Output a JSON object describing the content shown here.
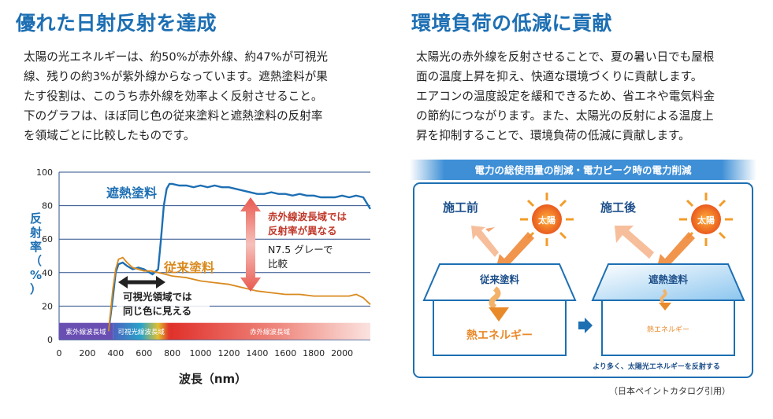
{
  "left": {
    "title": "優れた日射反射を達成",
    "lines": [
      "太陽の光エネルギーは、約50%が赤外線、約47%が可視光",
      "線、残りの約3%が紫外線からなっています。遮熱塗料が果",
      "たす役割は、このうち赤外線を効率よく反射させること。",
      "下のグラフは、ほぼ同じ色の従来塗料と遮熱塗料の反射率",
      "を領域ごとに比較したものです。"
    ]
  },
  "right": {
    "title": "環境負荷の低減に貢献",
    "lines": [
      "太陽光の赤外線を反射させることで、夏の暑い日でも屋根",
      "面の温度上昇を抑え、快適な環境づくりに貢献します。",
      "エアコンの温度設定を緩和できるため、省エネや電気料金",
      "の節約につながります。また、太陽光の反射による温度上",
      "昇を抑制することで、環境負荷の低減に貢献します。"
    ]
  },
  "chart_data": {
    "type": "line",
    "xlabel": "波長（nm）",
    "ylabel": "反射率（%）",
    "xlim": [
      0,
      2200
    ],
    "ylim": [
      0,
      100
    ],
    "x_ticks": [
      "0",
      "200",
      "400",
      "600",
      "800",
      "1000",
      "1200",
      "1400",
      "1600",
      "1800",
      "2000"
    ],
    "y_ticks": [
      "0",
      "20",
      "40",
      "60",
      "80",
      "100"
    ],
    "grid": true,
    "series": [
      {
        "name": "遮熱塗料",
        "color": "#1d6fb3",
        "x": [
          350,
          380,
          400,
          420,
          450,
          480,
          520,
          560,
          600,
          640,
          660,
          700,
          720,
          740,
          760,
          780,
          800,
          850,
          900,
          950,
          1000,
          1050,
          1100,
          1150,
          1200,
          1250,
          1300,
          1350,
          1400,
          1450,
          1500,
          1550,
          1600,
          1650,
          1700,
          1750,
          1800,
          1850,
          1900,
          1950,
          2000,
          2050,
          2100,
          2150,
          2200
        ],
        "y": [
          5,
          25,
          40,
          45,
          46,
          44,
          42,
          43,
          42,
          40,
          39,
          42,
          60,
          80,
          90,
          93,
          93,
          92,
          92,
          91,
          92,
          91,
          92,
          91,
          91,
          90,
          89,
          88,
          87,
          87,
          88,
          87,
          87,
          86,
          87,
          86,
          86,
          85,
          85,
          85,
          86,
          85,
          86,
          85,
          78
        ]
      },
      {
        "name": "従来塗料",
        "color": "#d98a1f",
        "x": [
          350,
          380,
          400,
          420,
          450,
          480,
          520,
          560,
          600,
          650,
          700,
          750,
          800,
          900,
          1000,
          1100,
          1200,
          1300,
          1400,
          1500,
          1600,
          1700,
          1800,
          1900,
          2000,
          2050,
          2100,
          2150,
          2200
        ],
        "y": [
          5,
          30,
          42,
          48,
          49,
          46,
          43,
          42,
          41,
          41,
          40,
          39,
          38,
          37,
          35,
          34,
          33,
          31,
          29,
          28,
          27,
          27,
          26,
          26,
          26,
          26,
          27,
          25,
          21
        ]
      }
    ],
    "bands": [
      {
        "label": "紫外線波長域",
        "from": 0,
        "to": 380,
        "color": "#6a4fb3"
      },
      {
        "label": "可視光線波長域",
        "from": 380,
        "to": 780,
        "color": "#3a6fc4"
      },
      {
        "label": "赤外線波長域",
        "from": 780,
        "to": 2200,
        "color": "#e0302a"
      }
    ],
    "annotations": {
      "visible_same": "可視光領域では\n同じ色に見える",
      "ir_diff": "赤外線波長域では\n反射率が異なる",
      "n75": "N7.5 グレーで\n比較"
    }
  },
  "diagram": {
    "banner": "電力の総使用量の削減・電力ピーク時の電力削減",
    "before_label": "施工前",
    "after_label": "施工後",
    "sun": "太陽",
    "roof_before": "従来塗料",
    "roof_after": "遮熱塗料",
    "heat_before": "熱エネルギー",
    "heat_after": "熱エネルギー",
    "caption": "より多く、太陽光エネルギーを反射する",
    "colors": {
      "accent": "#1d6fb3",
      "orange": "#e98a2a",
      "red": "#e0302a"
    }
  },
  "credit": "（日本ペイントカタログ引用）"
}
